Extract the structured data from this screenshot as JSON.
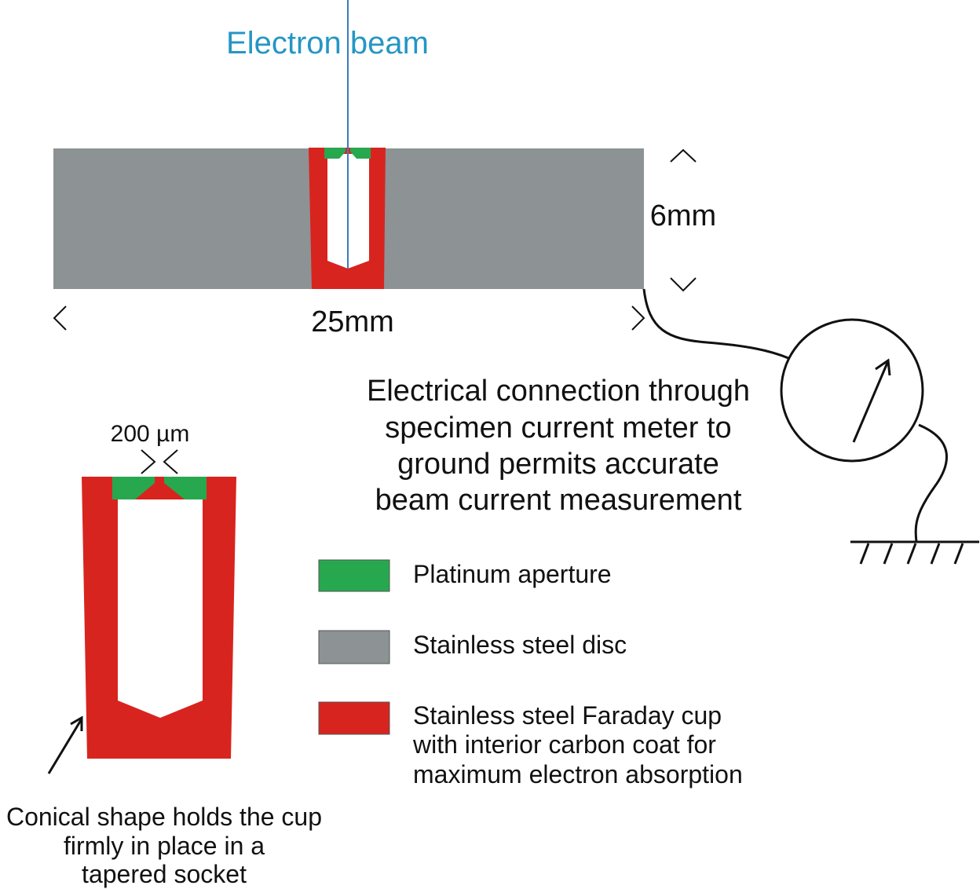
{
  "title": "Electron beam",
  "dimensions": {
    "thickness": "6mm",
    "diameter": "25mm",
    "aperture": "200 µm"
  },
  "connection_text": [
    "Electrical connection through",
    "specimen current meter to",
    "ground permits accurate",
    "beam current measurement"
  ],
  "legend": [
    {
      "label": [
        "Platinum aperture"
      ],
      "color": "#27a84f"
    },
    {
      "label": [
        "Stainless steel disc"
      ],
      "color": "#8d9294"
    },
    {
      "label": [
        "Stainless steel Faraday cup",
        "with interior carbon coat for",
        "maximum electron absorption"
      ],
      "color": "#d8241e"
    }
  ],
  "conical_note": [
    "Conical shape holds the cup",
    "firmly in place in a",
    "tapered socket"
  ],
  "colors": {
    "beam_text": "#2596c4",
    "beam_line": "#3b7cc4"
  }
}
